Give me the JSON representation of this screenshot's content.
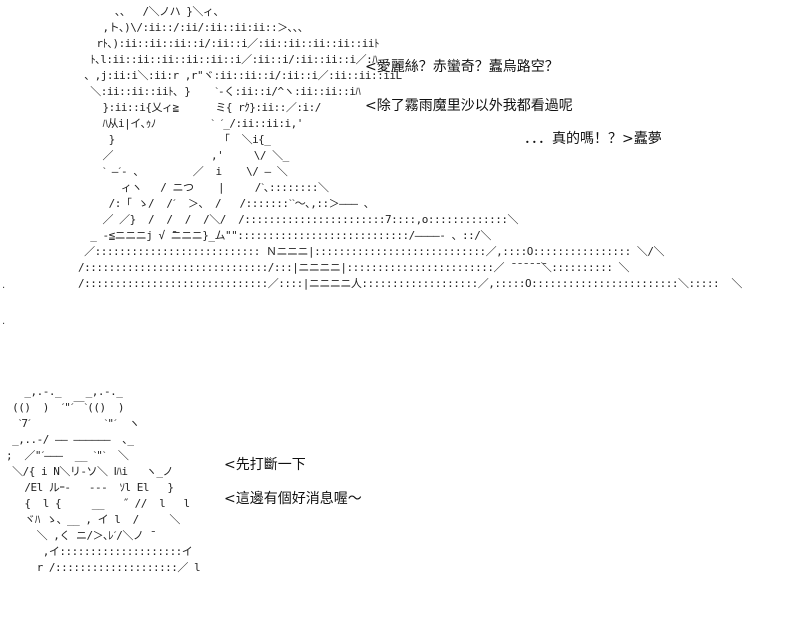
{
  "art": {
    "man": "      、、  /＼ノハ }＼ィ、\n    ,ト､)\\/:ii::/:ii/:ii::ii:ii::＞､、、\n   rﾄ､):ii::ii::ii::i/:ii::i／:ii::ii::ii::ii::iiﾄ\n  ﾄ､l:ii::ii::ii::ii::ii::i／:ii::i/:ii::ii::i／:ﾊ＿\n 、,j:ii:i＼:ii:r ,r\"ヾ:ii::ii::i/:ii::i／:ii::ii::iiL\n  ＼:ii::ii::iiﾄ､ }    ˋ‐く:ii::i/^ヽ:ii::ii::iﾊ\n    }:ii::i{乂ィ≧      ミ{ rｸ}:ii::／:i:/\n    ﾊ从i|イ､ｩﾉ         ˋ ˊ_/:ii::ii:i,'\n     }                 「  ＼i{_\n    ／                ,'     \\/ ＼_\n    ˋ ―ˊ- 、        ／  i    \\/ ― ＼\n       ィヽ   / ニつ    |     /ˋ､::::::::＼\n     /:「 ゝ/  /ˊ  ＞、 /   /:::::::ˋˋ〜､,::＞――― 、\n    ／ ／}  /  /  /  /＼/  /:::::::::::::::::::::::7::::,o:::::::::::::＼\n  _ -≦ニニニj √ ̄ニニニ}_ム\"\"::::::::::::::::::::::::::::/――――- 、::/＼\n ／::::::::::::::::::::::::::: Ｎニニニ|::::::::::::::::::::::::::::／,::::O:::::::::::::::: ＼/＼\n/::::::::::::::::::::::::::::::/:::|ニニニニ|::::::::::::::::::::::::／ ̄ ̄ ̄ ̄ ̄ ̄＼:::::::::: ＼\n/::::::::::::::::::::::::::::::／::::|ニニニニ人:::::::::::::::::::／,:::::O::::::::::::::::::::::::＼:::::  ＼",
    "frog": "   _,.-._    _,.-._\n (()  )  ˊ\"ˊ￣ˋ(()  )\n  ˋ7ˊ            ˋ\"ˊ  ヽ\n _,..-/ ―― ――――――  ､_\n;  ／\"ˊ―――  __ ˋ\"ˋ  ＼\n ＼/{ i N＼リ-ソ＼ Ⅰﾊi   ヽ_ノ\n   /El ルｰ-   ---  ｿl El   }\n   {  l {     __   ˝ //  l   l\n   ヾﾊ ゝ、__ , イ l  /     ＼\n     ＼ ,く ニ/＞､ﾚˊ/＼ノ ̄\n      ,イ::::::::::::::::::::イ\n     r /::::::::::::::::::::／ l"
  },
  "dialogue": [
    {
      "text": "<愛麗絲？赤蠻奇？蠹烏路空？"
    },
    {
      "text": "<除了霧雨魔里沙以外我都看過呢"
    },
    {
      "text": "．．．真的嗎！？>蠹夢"
    },
    {
      "text": "<先打斷一下"
    },
    {
      "text": "<這邊有個好消息喔～"
    }
  ],
  "edge_marks": [
    ".",
    "."
  ]
}
